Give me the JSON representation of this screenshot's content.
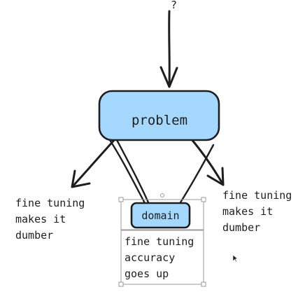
{
  "top_label": "?",
  "nodes": {
    "problem": {
      "label": "problem"
    },
    "domain": {
      "label": "domain"
    }
  },
  "annotations": {
    "left": [
      "fine tuning",
      "makes it",
      "dumber"
    ],
    "right": [
      "fine tuning",
      "makes it",
      "dumber"
    ],
    "bottom": [
      "fine tuning",
      "accuracy",
      "goes up"
    ]
  },
  "colors": {
    "node_fill": "#a5d8ff",
    "stroke": "#1e1e1e",
    "text": "#1e1e1e",
    "selection": "#9a9a9a"
  }
}
